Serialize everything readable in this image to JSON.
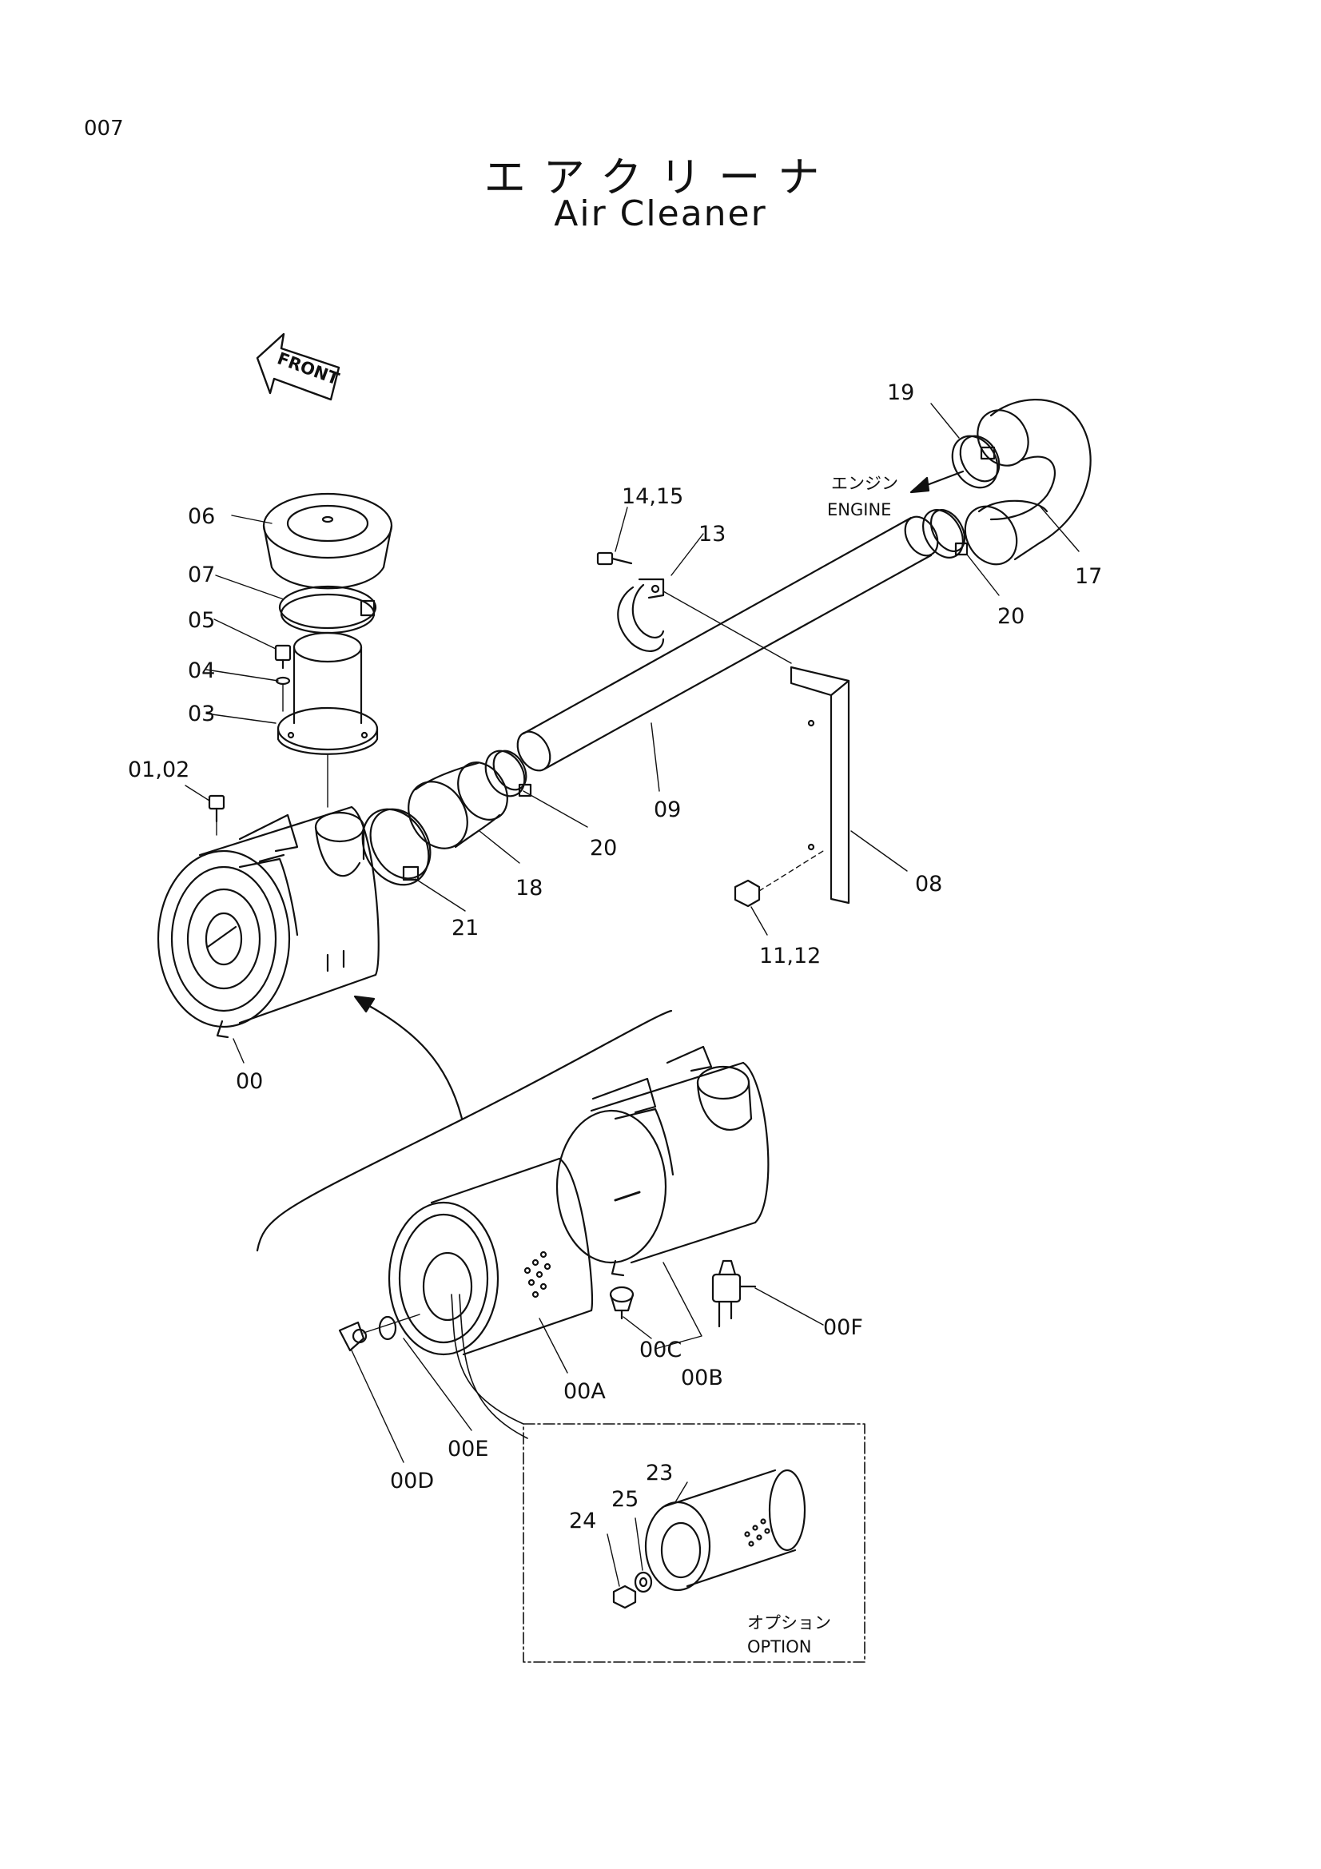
{
  "page_number": "007",
  "title_jp": "エアクリーナ",
  "title_en": "Air Cleaner",
  "front_label": "FRONT",
  "engine_jp": "エンジン",
  "engine_en": "ENGINE",
  "option_jp": "オプション",
  "option_en": "OPTION",
  "parts": {
    "p19": "19",
    "p17": "17",
    "p20a": "20",
    "p1415": "14,15",
    "p13": "13",
    "p06": "06",
    "p07": "07",
    "p05": "05",
    "p04": "04",
    "p03": "03",
    "p0102": "01,02",
    "p09": "09",
    "p20b": "20",
    "p18": "18",
    "p21": "21",
    "p08": "08",
    "p1112": "11,12",
    "p00": "00",
    "p00F": "00F",
    "p00C": "00C",
    "p00B": "00B",
    "p00A": "00A",
    "p00E": "00E",
    "p00D": "00D",
    "p23": "23",
    "p25": "25",
    "p24": "24"
  }
}
